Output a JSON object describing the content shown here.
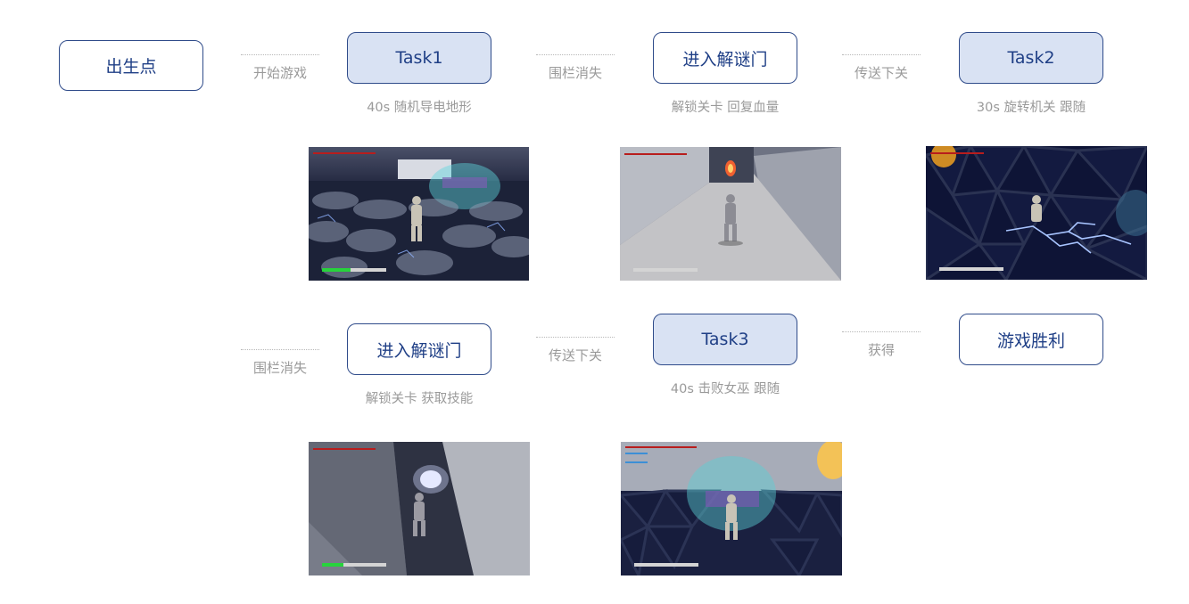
{
  "nodes": {
    "spawn": "出生点",
    "task1": "Task1",
    "puzzle_door_1": "进入解谜门",
    "task2": "Task2",
    "puzzle_door_2": "进入解谜门",
    "task3": "Task3",
    "victory": "游戏胜利"
  },
  "edges": {
    "start_game": "开始游戏",
    "fence_vanish_1": "围栏消失",
    "teleport_1": "传送下关",
    "fence_vanish_2": "围栏消失",
    "teleport_2": "传送下关",
    "obtain": "获得"
  },
  "descriptions": {
    "task1": "40s 随机导电地形",
    "puzzle_door_1": "解锁关卡 回复血量",
    "task2": "30s 旋转机关 跟随",
    "puzzle_door_2": "解锁关卡 获取技能",
    "task3": "40s 击败女巫 跟随"
  },
  "screenshots": {
    "task1": {
      "health_fraction": 0.45
    },
    "puzzle_door_1": {
      "health_fraction": 0
    },
    "task2": {
      "health_fraction": 0
    },
    "puzzle_door_2": {
      "health_fraction": 0.34
    },
    "task3": {
      "health_fraction": 0
    }
  },
  "colors": {
    "node_border": "#2f4b8a",
    "node_text": "#1f3f86",
    "task_fill": "#d9e2f3",
    "label_gray": "#9a9a9a",
    "health_green": "#27d33c"
  }
}
